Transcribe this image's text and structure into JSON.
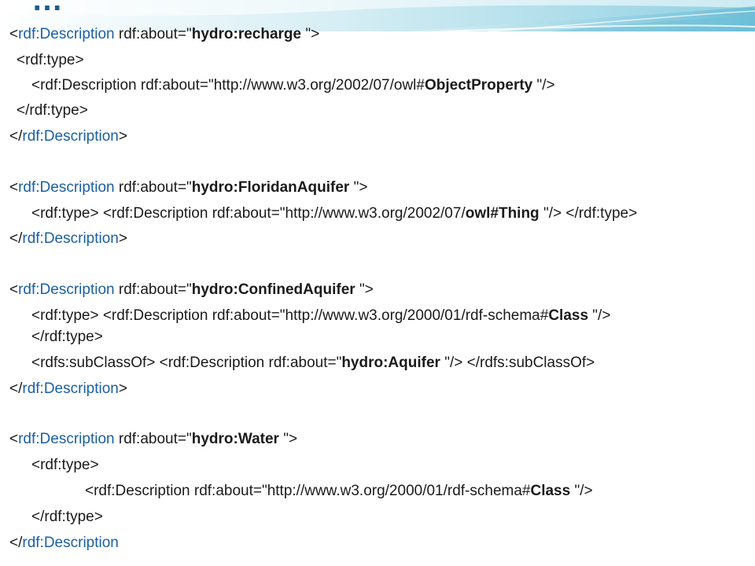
{
  "slide": {
    "title": "…",
    "lines": [
      {
        "id": "l1",
        "parts": [
          {
            "t": "<",
            "c": "plain"
          },
          {
            "t": "rdf:Description",
            "c": "tag"
          },
          {
            "t": " rdf:about=\"",
            "c": "plain"
          },
          {
            "t": "hydro:recharge",
            "c": "bold"
          },
          {
            "t": " \">",
            "c": "plain"
          }
        ]
      },
      {
        "id": "l2",
        "parts": [
          {
            "t": "<rdf:type>",
            "c": "plain"
          }
        ]
      },
      {
        "id": "l3",
        "parts": [
          {
            "t": "<rdf:Description rdf:about=\"http://www.w3.org/2002/07/owl#",
            "c": "plain"
          },
          {
            "t": "ObjectProperty",
            "c": "bold"
          },
          {
            "t": " \"/>",
            "c": "plain"
          }
        ]
      },
      {
        "id": "l4",
        "parts": [
          {
            "t": "</rdf:type>",
            "c": "plain"
          }
        ]
      },
      {
        "id": "l5",
        "parts": [
          {
            "t": "</",
            "c": "plain"
          },
          {
            "t": "rdf:Description",
            "c": "tag"
          },
          {
            "t": ">",
            "c": "plain"
          }
        ]
      },
      {
        "id": "l6",
        "parts": [
          {
            "t": "<",
            "c": "plain"
          },
          {
            "t": "rdf:Description",
            "c": "tag"
          },
          {
            "t": " rdf:about=\"",
            "c": "plain"
          },
          {
            "t": "hydro:FloridanAquifer",
            "c": "bold"
          },
          {
            "t": " \">",
            "c": "plain"
          }
        ]
      },
      {
        "id": "l7",
        "parts": [
          {
            "t": "<rdf:type> <rdf:Description rdf:about=\"http://www.w3.org/2002/07/",
            "c": "plain"
          },
          {
            "t": "owl#Thing",
            "c": "bold"
          },
          {
            "t": " \"/> </rdf:type>",
            "c": "plain"
          }
        ]
      },
      {
        "id": "l8",
        "parts": [
          {
            "t": "</",
            "c": "plain"
          },
          {
            "t": "rdf:Description",
            "c": "tag"
          },
          {
            "t": ">",
            "c": "plain"
          }
        ]
      },
      {
        "id": "l9",
        "parts": [
          {
            "t": "<",
            "c": "plain"
          },
          {
            "t": "rdf:Description",
            "c": "tag"
          },
          {
            "t": " rdf:about=\"",
            "c": "plain"
          },
          {
            "t": "hydro:ConfinedAquifer",
            "c": "bold"
          },
          {
            "t": " \">",
            "c": "plain"
          }
        ]
      },
      {
        "id": "l10",
        "parts": [
          {
            "t": "<rdf:type> <rdf:Description rdf:about=\"http://www.w3.org/2000/01/rdf-schema#",
            "c": "plain"
          },
          {
            "t": "Class",
            "c": "bold"
          },
          {
            "t": " \"/>",
            "c": "plain"
          }
        ]
      },
      {
        "id": "l11",
        "parts": [
          {
            "t": "</rdf:type>",
            "c": "plain"
          }
        ]
      },
      {
        "id": "l12",
        "parts": [
          {
            "t": "<rdfs:subClassOf> <rdf:Description rdf:about=\"",
            "c": "plain"
          },
          {
            "t": "hydro:Aquifer",
            "c": "bold"
          },
          {
            "t": " \"/> </rdfs:subClassOf>",
            "c": "plain"
          }
        ]
      },
      {
        "id": "l13",
        "parts": [
          {
            "t": "</",
            "c": "plain"
          },
          {
            "t": "rdf:Description",
            "c": "tag"
          },
          {
            "t": ">",
            "c": "plain"
          }
        ]
      },
      {
        "id": "l14",
        "parts": [
          {
            "t": "<",
            "c": "plain"
          },
          {
            "t": "rdf:Description",
            "c": "tag"
          },
          {
            "t": " rdf:about=\"",
            "c": "plain"
          },
          {
            "t": "hydro:Water",
            "c": "bold"
          },
          {
            "t": " \">",
            "c": "plain"
          }
        ]
      },
      {
        "id": "l15",
        "parts": [
          {
            "t": "<rdf:type>",
            "c": "plain"
          }
        ]
      },
      {
        "id": "l16",
        "parts": [
          {
            "t": "<rdf:Description rdf:about=\"http://www.w3.org/2000/01/rdf-schema#",
            "c": "plain"
          },
          {
            "t": "Class",
            "c": "bold"
          },
          {
            "t": " \"/>",
            "c": "plain"
          }
        ]
      },
      {
        "id": "l17",
        "parts": [
          {
            "t": "</rdf:type>",
            "c": "plain"
          }
        ]
      },
      {
        "id": "l18",
        "parts": [
          {
            "t": "</",
            "c": "plain"
          },
          {
            "t": "rdf:Description",
            "c": "tag"
          }
        ]
      }
    ]
  },
  "colors": {
    "tag": "#1a5fa8",
    "text": "#1a1a1a",
    "title": "#1f5f8b",
    "header_light": "#d9f0f5",
    "header_mid": "#8ccfe0",
    "header_dark": "#4aa8c8"
  }
}
